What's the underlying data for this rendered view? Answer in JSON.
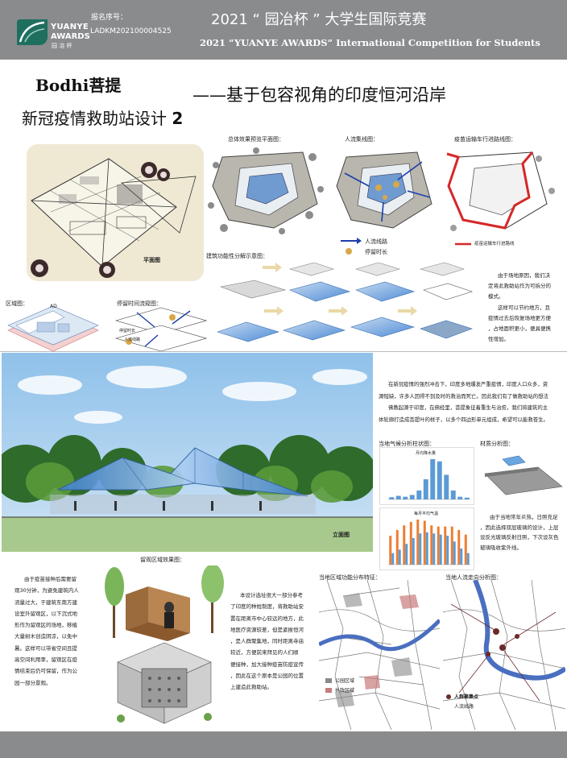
{
  "header": {
    "logo_line1": "YUANYE",
    "logo_line2": "AWARDS",
    "logo_line3": "园 冶 杯",
    "reg_label": "报名序号：",
    "reg_no": "LADKM202100004525",
    "competition_cn": "2021 “ 园冶杯 ” 大学生国际竞赛",
    "competition_en": "2021 “YUANYE AWARDS” International Competition for  Students"
  },
  "title": {
    "line1": "Bodhi菩提",
    "line2": "——基于包容视角的印度恒河沿岸",
    "line3": "新冠疫情救助站设计",
    "number": "2"
  },
  "labels": {
    "site_plan": "平面图",
    "overall_plan": "总体效果预览平面图：",
    "flow_analysis": "人流集线图：",
    "vehicle_analysis": "疫苗运输车行进路线图：",
    "people_line": "人流线路",
    "stay_time": "停留时长",
    "vehicle_legend": "疫苗运输车行进路线",
    "structure": "建筑功能性分解示意图：",
    "zoning": "区域图：",
    "stay_flow": "停留时间流窥图：",
    "stay_legend1": "停留时长",
    "stay_legend2": "人流线路",
    "zone_ad": "AD",
    "elevation": "立面图",
    "climate": "当地气候分析柱状图：",
    "material": "材质分析图：",
    "chart1_title": "月均降水量",
    "chart2_title": "每月平均气温",
    "waiting_area": "留观区域效果图：",
    "city_distribution": "当地区域功能分布特征：",
    "city_flow": "当地人流走向分析图：",
    "legend_park": "公园区域",
    "legend_hospital": "执政区域",
    "legend_crowd": "人群聚集点",
    "legend_flow": "人流线路"
  },
  "texts": {
    "right_top": [
      "由于场地原因，我们决",
      "定将此救助站作为可拆分的",
      "模式。",
      "这样可以节约地方，且",
      "疫情过去后恢复场地更方便",
      "，占地面积更小，便具便携",
      "性增加。"
    ],
    "middle": [
      "在新冠疫情的强烈冲击下，印度多地爆发严重疫情，印度人口众多，资",
      "源短缺，许多人因得不到及时的救治而死亡。因此我们有了做救助站的想法",
      "佛教起源于印度，在佛经里，菩提象征着重生与治愈，我们将建筑的主",
      "体轮廓打造成菩提叶的样子，以多个四边形单元组成，希望可以能救苍生。"
    ],
    "material_desc": [
      "由于当地常年炎热，日照充足",
      "，因此选择双层玻璃的设计，上层",
      "设反光玻璃反射日照，下次设灰色",
      "玻璃吸收紫外线。"
    ],
    "left_bottom": [
      "由于疫苗接种后需要留",
      "观30分钟，为避免建筑内人",
      "流量过大，于建筑东南方建",
      "设室外留观区，以下沉式地",
      "形作为留观区的场地，移植",
      "大量树木创造阴凉，以免中",
      "暑。这样可以带省空间且提",
      "高空间利用率，留观区在疫",
      "情结束后仍可保留，作为公",
      "园一部分景观。"
    ],
    "center_bottom": [
      "本设计选址很大一部分参考",
      "了印度的种姓制度，将救助站安",
      "置在距离市中心较远的地方，此",
      "地医疗资源较差，但是紧挨恒河",
      "，是人群聚集地，同时距离寺庙",
      "较近，方便前来拜见的人们顺",
      "便接种，加大接种疫苗防疫宣传",
      "，因此在这个原本是公园的位置",
      "上建造此救助站。"
    ]
  },
  "chart_data": [
    {
      "type": "bar",
      "title": "月均降水量",
      "categories": [
        "1",
        "2",
        "3",
        "4",
        "5",
        "6",
        "7",
        "8",
        "9",
        "10",
        "11",
        "12"
      ],
      "values": [
        5,
        8,
        6,
        10,
        20,
        45,
        90,
        85,
        55,
        20,
        6,
        4
      ]
    },
    {
      "type": "bar",
      "title": "每月平均气温",
      "categories": [
        "1",
        "2",
        "3",
        "4",
        "5",
        "6",
        "7",
        "8",
        "9",
        "10",
        "11",
        "12"
      ],
      "series": [
        {
          "values": [
            25,
            30,
            34,
            37,
            39,
            38,
            34,
            33,
            33,
            33,
            30,
            26
          ]
        },
        {
          "values": [
            10,
            13,
            18,
            23,
            27,
            28,
            27,
            26,
            25,
            20,
            14,
            10
          ]
        }
      ]
    }
  ],
  "colors": {
    "header": "#8a8b8d",
    "logo": "#1f6f5f",
    "sky": "#a9cfee",
    "ground": "#a7c98d",
    "glass": "#4f8cd6",
    "bar_blue": "#5b9bd5",
    "bar_orange": "#ed7d31",
    "route_red": "#d62728",
    "river": "#4a6fc0"
  }
}
